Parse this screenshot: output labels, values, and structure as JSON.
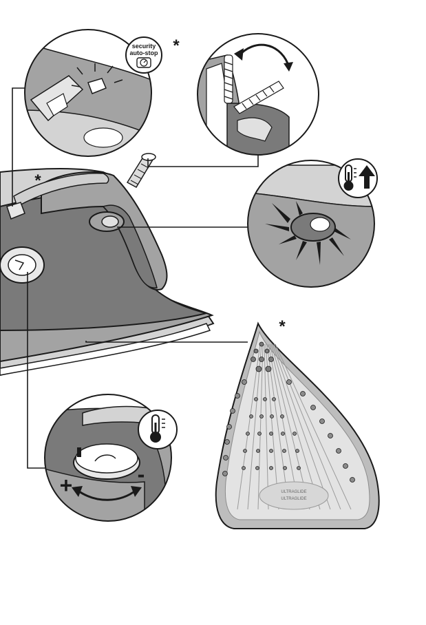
{
  "badge": {
    "line1": "security",
    "line2": "auto-stop"
  },
  "marks": {
    "asterisk": "*",
    "plus": "+",
    "minus": "-"
  },
  "soleplate": {
    "brand_line1": "ULTRAGLIDE",
    "brand_line2": "ULTRAGLIDE"
  },
  "icons": {
    "badge_icon": "timer-stop-icon",
    "temp_up_icon": "thermometer-up-icon",
    "temp_icon": "thermometer-icon"
  },
  "colors": {
    "body_dark": "#7a7a7a",
    "body_mid": "#a3a3a3",
    "body_light": "#d3d3d3",
    "soleplate": "#bdbdbd",
    "outline": "#1a1a1a"
  }
}
